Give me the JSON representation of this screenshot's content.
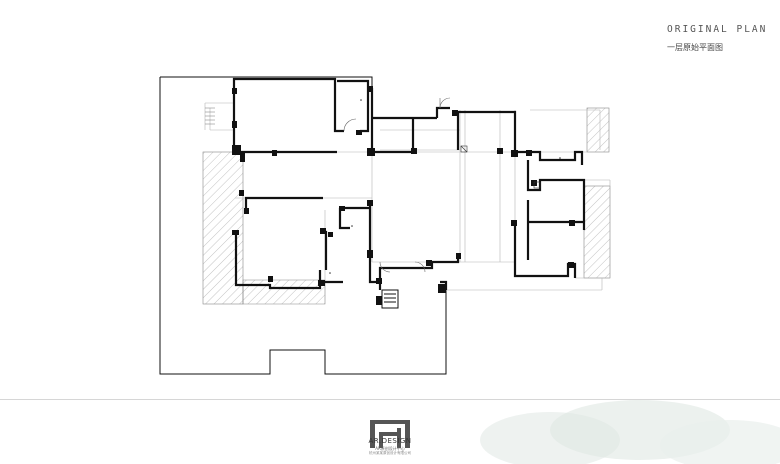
{
  "header": {
    "title": "ORIGINAL PLAN",
    "subtitle": "一层原始平面图"
  },
  "footer": {
    "logo_text": "AR.DESIGN",
    "logo_subtext": "AR原创设计中心",
    "logo_subtext2": "杭州某某原创设计有限公司"
  },
  "colors": {
    "wall": "#111111",
    "line": "#555555",
    "light_line": "#aaaaaa",
    "hatch": "#999999"
  }
}
